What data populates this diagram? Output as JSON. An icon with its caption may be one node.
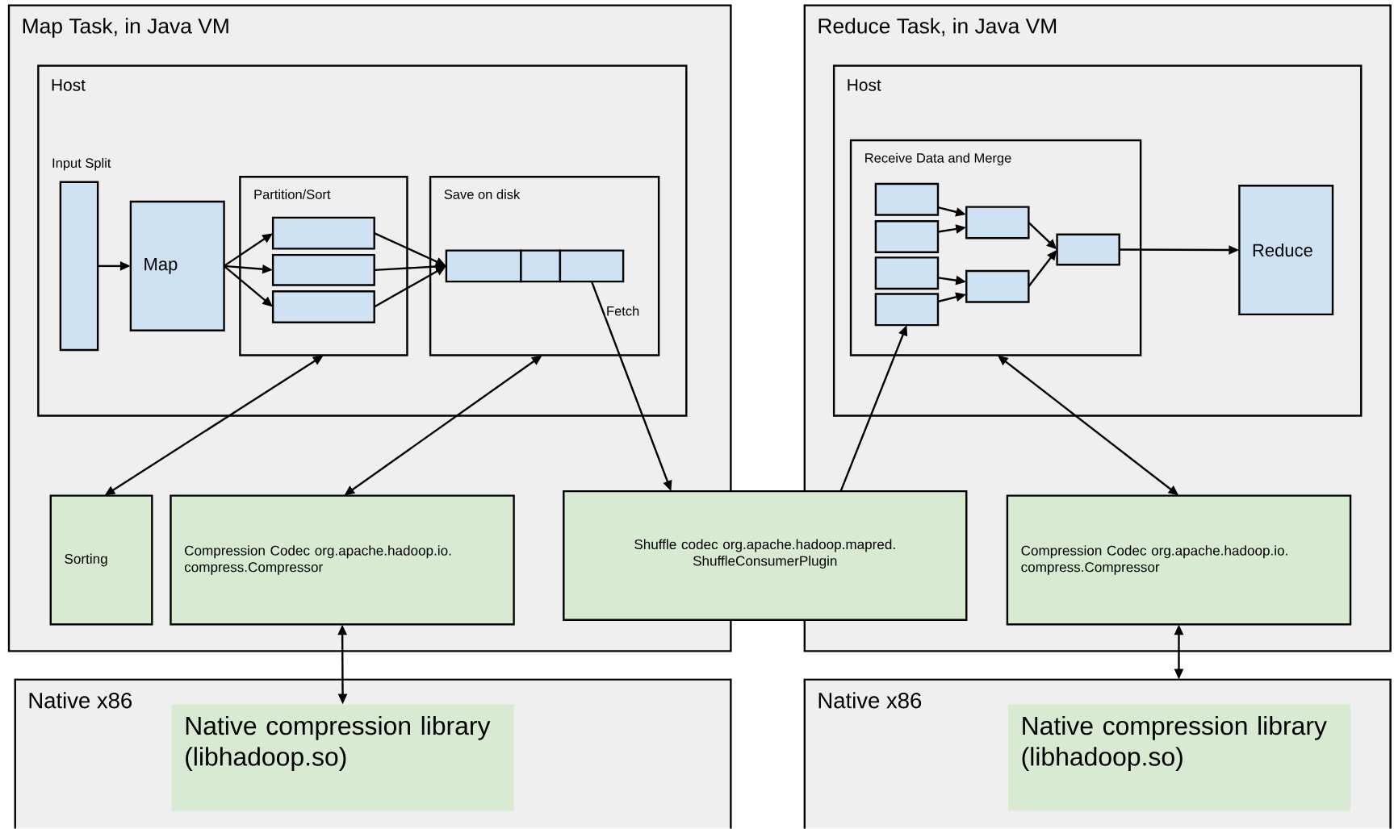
{
  "diagram": {
    "nodes": [
      {
        "text": [
          "Map Task, in Java VM"
        ]
      },
      {
        "text": [
          "Host"
        ],
        "in": 0
      },
      {
        "text": [
          "Input Split"
        ],
        "in": 1
      },
      {
        "text": [
          "Map"
        ],
        "in": 1
      },
      {
        "text": [
          "Partition/Sort"
        ],
        "in": 1
      },
      {
        "text": [],
        "shape": "box",
        "in": 4
      },
      {
        "text": [],
        "shape": "box",
        "in": 4
      },
      {
        "text": [],
        "shape": "box",
        "in": 4
      },
      {
        "text": [
          "Save on disk"
        ],
        "in": 1
      },
      {
        "text": [],
        "shape": "box",
        "in": 8
      },
      {
        "text": [],
        "shape": "box",
        "in": 8
      },
      {
        "text": [],
        "shape": "box",
        "in": 8
      },
      {
        "text": [
          "Sorting"
        ],
        "in": 0
      },
      {
        "text": [
          "Compression Codec org.apache.hadoop.io. compress.Compressor"
        ],
        "in": 0
      },
      {
        "text": [
          "Shuffle codec org.apache.hadoop.mapred. ShuffleConsumerPlugin"
        ]
      },
      {
        "text": [
          "Reduce Task, in Java VM"
        ]
      },
      {
        "text": [
          "Host"
        ],
        "in": 15
      },
      {
        "text": [
          "Receive Data and Merge"
        ],
        "in": 16
      },
      {
        "text": [],
        "shape": "box",
        "in": 17
      },
      {
        "text": [],
        "shape": "box",
        "in": 17
      },
      {
        "text": [],
        "shape": "box",
        "in": 17
      },
      {
        "text": [],
        "shape": "box",
        "in": 17
      },
      {
        "text": [],
        "shape": "box",
        "in": 17
      },
      {
        "text": [],
        "shape": "box",
        "in": 17
      },
      {
        "text": [],
        "shape": "box",
        "in": 17
      },
      {
        "text": [
          "Reduce"
        ],
        "in": 16
      },
      {
        "text": [
          "Compression Codec org.apache.hadoop.io. compress.Compressor"
        ],
        "in": 15
      },
      {
        "text": [
          "Native x86"
        ]
      },
      {
        "text": [
          "Native compression library (libhadoop.so)"
        ],
        "in": 27
      },
      {
        "text": [
          "Native x86"
        ]
      },
      {
        "text": [
          "Native compression library (libhadoop.so)"
        ],
        "in": 29
      }
    ],
    "edges": [
      {
        "from": 2,
        "to": 3,
        "arrow": "to"
      },
      {
        "from": 3,
        "to": 5,
        "arrow": "to"
      },
      {
        "from": 3,
        "to": 6,
        "arrow": "to"
      },
      {
        "from": 3,
        "to": 7,
        "arrow": "to"
      },
      {
        "from": 5,
        "to": 9,
        "arrow": "to"
      },
      {
        "from": 6,
        "to": 9,
        "arrow": "to"
      },
      {
        "from": 7,
        "to": 9,
        "arrow": "to"
      },
      {
        "from": 11,
        "to": 14,
        "arrow": "to",
        "label": "Fetch"
      },
      {
        "from": 4,
        "to": 12,
        "arrow": "both"
      },
      {
        "from": 8,
        "to": 13,
        "arrow": "both"
      },
      {
        "from": 14,
        "to": 21,
        "arrow": "to"
      },
      {
        "from": 18,
        "to": 22,
        "arrow": "to"
      },
      {
        "from": 19,
        "to": 22,
        "arrow": "to"
      },
      {
        "from": 20,
        "to": 23,
        "arrow": "to"
      },
      {
        "from": 21,
        "to": 23,
        "arrow": "to"
      },
      {
        "from": 22,
        "to": 24,
        "arrow": "to"
      },
      {
        "from": 23,
        "to": 24,
        "arrow": "to"
      },
      {
        "from": 24,
        "to": 25,
        "arrow": "to"
      },
      {
        "from": 17,
        "to": 26,
        "arrow": "both"
      },
      {
        "from": 13,
        "to": 28,
        "arrow": "both"
      },
      {
        "from": 26,
        "to": 29,
        "arrow": "both"
      }
    ]
  }
}
